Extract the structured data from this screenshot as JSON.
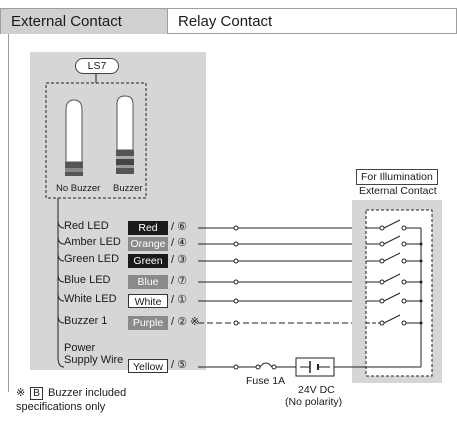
{
  "tabs": {
    "external_contact": "External Contact",
    "relay_contact": "Relay Contact"
  },
  "device": {
    "model": "LS7",
    "lamp_no_buzzer": "No Buzzer",
    "lamp_buzzer": "Buzzer"
  },
  "wires": [
    {
      "label": "Red LED",
      "color_name": "Red",
      "swatch": "#1a1a1a",
      "terminal": "⑥"
    },
    {
      "label": "Amber LED",
      "color_name": "Orange",
      "swatch": "#8a8a8a",
      "terminal": "④"
    },
    {
      "label": "Green LED",
      "color_name": "Green",
      "swatch": "#1a1a1a",
      "terminal": "③"
    },
    {
      "label": "Blue LED",
      "color_name": "Blue",
      "swatch": "#8a8a8a",
      "terminal": "⑦"
    },
    {
      "label": "White LED",
      "color_name": "White",
      "swatch": "#ffffff",
      "terminal": "①"
    },
    {
      "label": "Buzzer 1",
      "color_name": "Purple",
      "swatch": "#8a8a8a",
      "terminal": "②",
      "mark": "※"
    }
  ],
  "power": {
    "label_line1": "Power",
    "label_line2": "Supply Wire",
    "color_name": "Yellow",
    "terminal": "⑤"
  },
  "fuse_label": "Fuse 1A",
  "supply": {
    "voltage": "24V DC",
    "polarity": "(No polarity)"
  },
  "illumination": {
    "box_text": "For Illumination",
    "label": "External Contact"
  },
  "note": {
    "mark": "※",
    "badge": "B",
    "line1": "Buzzer included",
    "line2": "specifications only"
  }
}
